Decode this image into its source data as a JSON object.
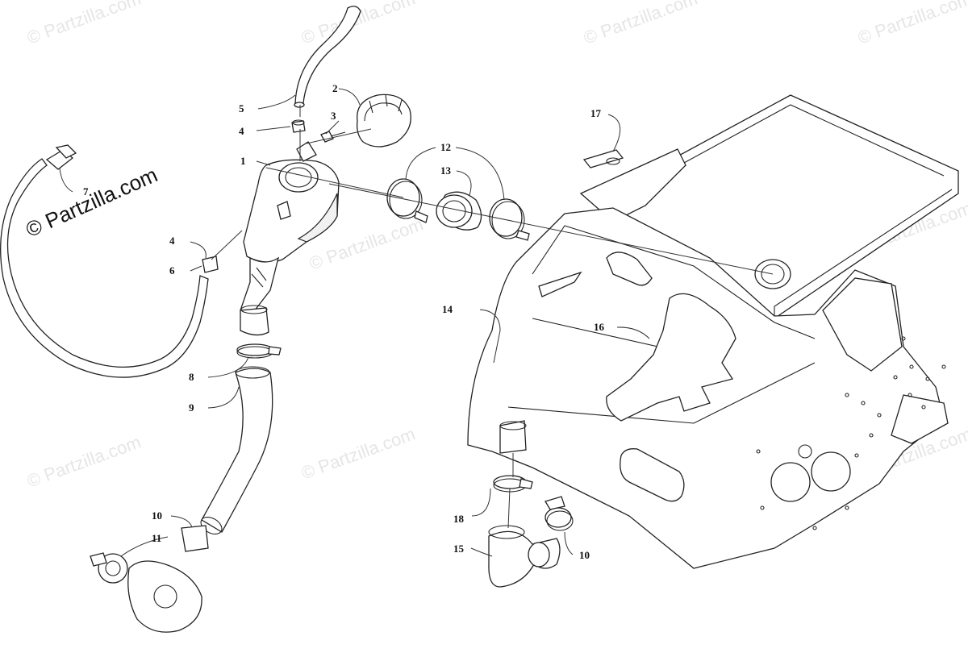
{
  "watermark": "© Partzilla.com",
  "copyright": "© Partzilla.com",
  "callouts": {
    "c1": "1",
    "c2": "2",
    "c3": "3",
    "c4a": "4",
    "c4b": "4",
    "c5": "5",
    "c6": "6",
    "c7": "7",
    "c8": "8",
    "c9": "9",
    "c10a": "10",
    "c10b": "10",
    "c11": "11",
    "c12": "12",
    "c13": "13",
    "c14": "14",
    "c15": "15",
    "c16": "16",
    "c17": "17",
    "c18": "18"
  }
}
